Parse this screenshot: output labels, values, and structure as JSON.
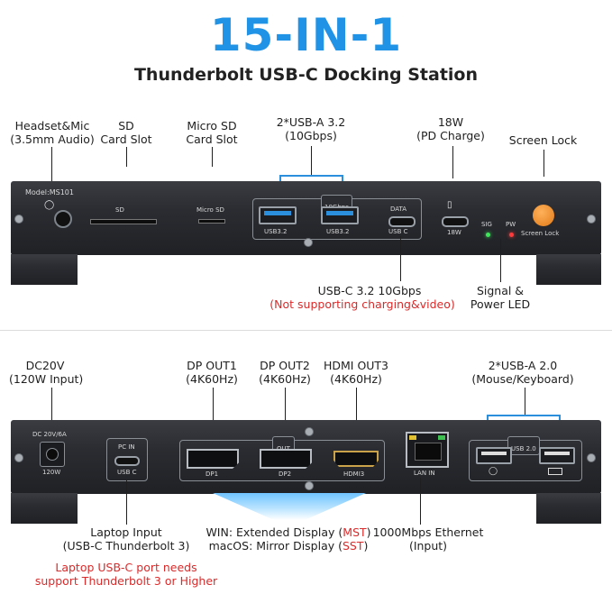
{
  "header": {
    "title": "15-IN-1",
    "subtitle": "Thunderbolt USB-C Docking Station"
  },
  "top_labels": {
    "headset": [
      "Headset&Mic",
      "(3.5mm Audio)"
    ],
    "sd": [
      "SD",
      "Card Slot"
    ],
    "microsd": [
      "Micro SD",
      "Card Slot"
    ],
    "usba32": [
      "2*USB-A 3.2",
      "(10Gbps)"
    ],
    "pd": [
      "18W",
      "(PD Charge)"
    ],
    "lock": "Screen Lock",
    "usbc32": "USB-C 3.2 10Gbps",
    "usbc32_note": "(Not supporting charging&video)",
    "led": [
      "Signal &",
      "Power LED"
    ]
  },
  "front_panel": {
    "model": "Model:MS101",
    "sd": "SD",
    "microsd": "Micro SD",
    "tenGbps": "10Gbps",
    "usb32_a": "USB3.2",
    "usb32_b": "USB3.2",
    "data": "DATA",
    "usbc": "USB C",
    "pd": "18W",
    "sig": "SIG",
    "pw": "PW",
    "lock": "Screen Lock"
  },
  "bottom_labels": {
    "dc": [
      "DC20V",
      "(120W Input)"
    ],
    "dp1": [
      "DP OUT1",
      "(4K60Hz)"
    ],
    "dp2": [
      "DP OUT2",
      "(4K60Hz)"
    ],
    "hdmi3": [
      "HDMI OUT3",
      "(4K60Hz)"
    ],
    "usba20": [
      "2*USB-A 2.0",
      "(Mouse/Keyboard)"
    ],
    "laptop": [
      "Laptop Input",
      "(USB-C Thunderbolt 3)"
    ],
    "win_prefix": "WIN: Extended Display (",
    "win_mode": "MST",
    "win_suffix": ")",
    "mac_prefix": "macOS: Mirror Display (",
    "mac_mode": "SST",
    "mac_suffix": ")",
    "ethernet": [
      "1000Mbps Ethernet",
      "(Input)"
    ],
    "note": [
      "Laptop USB-C port needs",
      "support Thunderbolt 3 or Higher"
    ]
  },
  "back_panel": {
    "dc": "DC 20V/6A",
    "dc_w": "120W",
    "pcin": "PC IN",
    "usbc": "USB C",
    "out": "OUT",
    "dp1": "DP1",
    "dp2": "DP2",
    "hdmi3": "HDMI3",
    "lanin": "LAN IN",
    "usb20": "USB 2.0"
  },
  "colors": {
    "title_blue": "#2193e6",
    "accent_blue": "#2b8fde",
    "warning_red": "#d92b2b",
    "device_dark": "#2a2c31",
    "lock_orange": "#f08a28"
  }
}
